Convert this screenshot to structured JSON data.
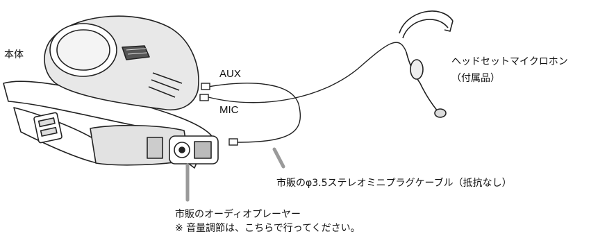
{
  "labels": {
    "body": "本体",
    "aux": "AUX",
    "mic": "MIC",
    "headset_line1": "ヘッドセットマイクロホン",
    "headset_line2": "（付属品）",
    "cable": "市販のφ3.5ステレオミニプラグケーブル（抵抗なし）",
    "player_line1": "市販のオーディオプレーヤー",
    "player_line2": "※ 音量調節は、こちらで行ってください。"
  },
  "colors": {
    "line": "#222222",
    "pointer": "#9a9a9a"
  }
}
